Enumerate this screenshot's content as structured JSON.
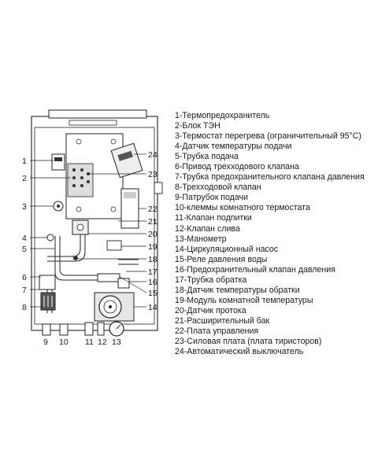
{
  "legend": [
    "1-Термопредохранитель",
    "2-Блок ТЭН",
    "3-Термостат перегрева (ограничительный 95°С)",
    "4-Датчик температуры подачи",
    "5-Трубка подача",
    "6-Привод трехходового клапана",
    "7-Трубка предохранительного клапана давления",
    "8-Трехходовой клапан",
    "9-Патрубок подачи",
    "10-клеммы комнатного термостата",
    "11-Клапан подпитки",
    "12-Клапан слива",
    "13-Манометр",
    "14-Циркуляционный насос",
    "15-Реле давления воды",
    "16-Предохранительный клапан давления",
    "17-Трубка обратка",
    "18-Датчик температуры обратки",
    "19-Модуль комнатной температуры",
    "20-Датчик протока",
    "21-Расширительный бак",
    "22-Плата управления",
    "23-Силовая плата (плата тиристоров)",
    "24-Автоматический выключатель"
  ],
  "callouts": {
    "left": [
      "1",
      "2",
      "3",
      "4",
      "5",
      "6",
      "7",
      "8"
    ],
    "right": [
      "24",
      "23",
      "22",
      "21",
      "20",
      "19",
      "18",
      "17",
      "16",
      "15",
      "14"
    ],
    "bottom": [
      "9",
      "10",
      "11",
      "12",
      "13"
    ]
  },
  "colors": {
    "line": "#222222",
    "fill": "#ffffff",
    "shade": "#e8e8e8",
    "dark": "#555555"
  }
}
